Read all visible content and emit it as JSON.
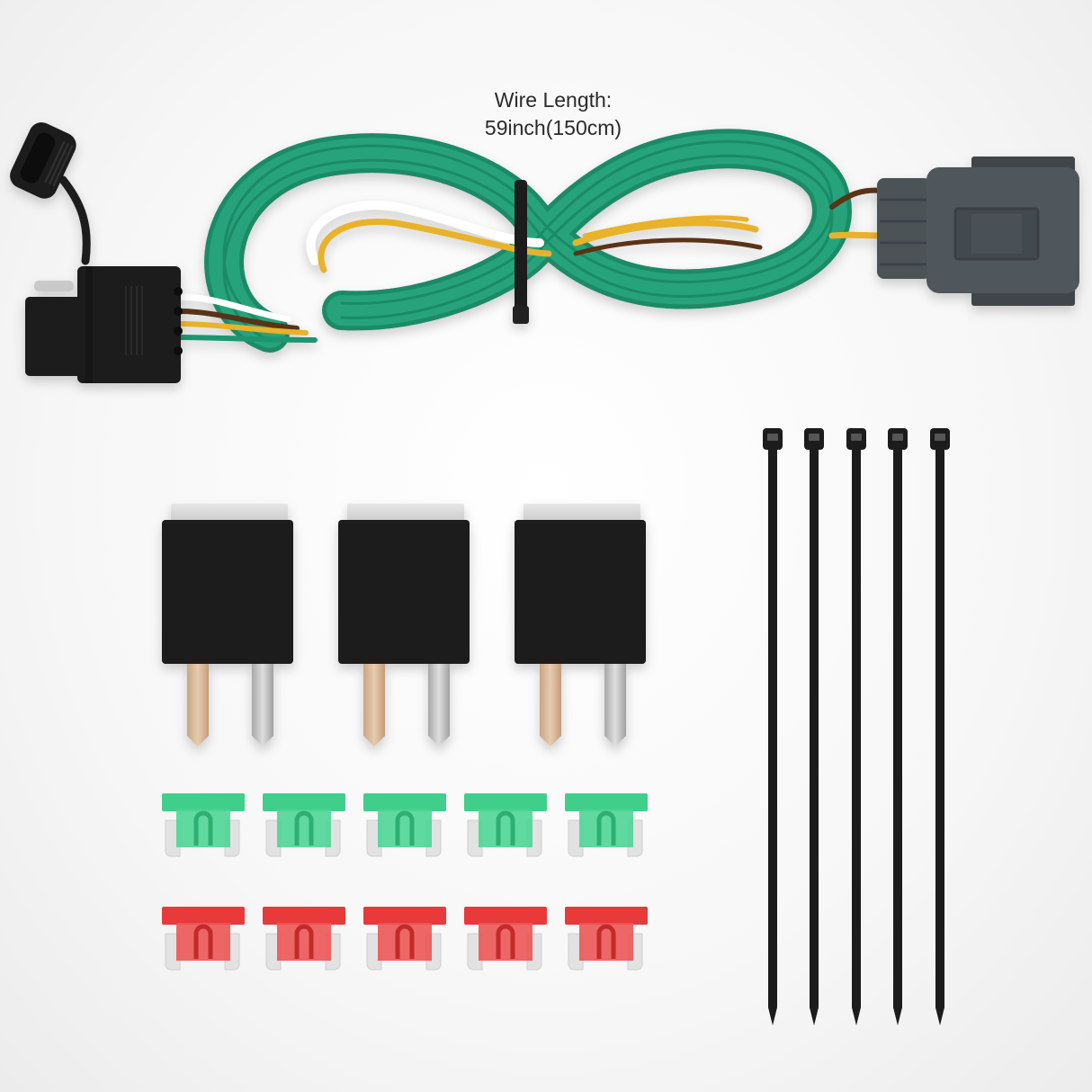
{
  "caption": {
    "line1": "Wire Length:",
    "line2": "59inch(150cm)"
  },
  "product": {
    "harness": {
      "wire_colors": [
        "#1f9670",
        "#ffffff",
        "#e8b22a",
        "#5a3018"
      ],
      "left_connector": "4-pin flat trailer connector with dust cap",
      "right_connector": "vehicle-side plug connector",
      "right_connector_color": "#4b5257"
    },
    "relays": {
      "count": 3,
      "body_color": "#1a1a1a"
    },
    "fuses_green": {
      "count": 5,
      "color": "#3fcf8a"
    },
    "fuses_red": {
      "count": 5,
      "color": "#e83a3a"
    },
    "cable_ties": {
      "count": 5,
      "color": "#1c1c1c"
    }
  }
}
